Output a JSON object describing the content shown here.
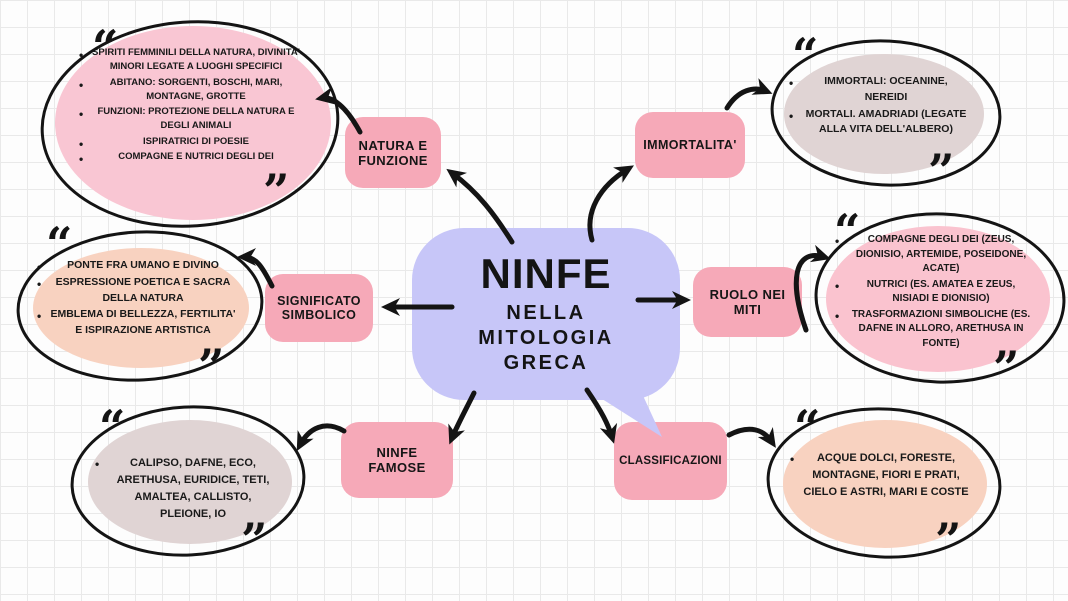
{
  "title": {
    "main": "NINFE",
    "sub_lines": [
      "NELLA",
      "MITOLOGIA",
      "GRECA"
    ]
  },
  "quotes": {
    "open": "“",
    "close": "”"
  },
  "branches": {
    "natura_funzione": {
      "label": "NATURA E FUNZIONE",
      "points": [
        "SPIRITI FEMMINILI DELLA NATURA, DIVINITA' MINORI LEGATE A LUOGHI SPECIFICI",
        "ABITANO: SORGENTI, BOSCHI, MARI, MONTAGNE, GROTTE",
        "FUNZIONI: PROTEZIONE DELLA NATURA E DEGLI ANIMALI",
        "ISPIRATRICI DI POESIE",
        "COMPAGNE E NUTRICI DEGLI DEI"
      ]
    },
    "immortalita": {
      "label": "IMMORTALITA'",
      "points": [
        "IMMORTALI: OCEANINE, NEREIDI",
        "MORTALI. AMADRIADI (LEGATE ALLA VITA DELL'ALBERO)"
      ]
    },
    "significato_simbolico": {
      "label": "SIGNIFICATO SIMBOLICO",
      "points": [
        "PONTE FRA UMANO E DIVINO",
        "ESPRESSIONE POETICA E SACRA DELLA NATURA",
        "EMBLEMA DI BELLEZZA, FERTILITA' E ISPIRAZIONE ARTISTICA"
      ]
    },
    "ruolo_nei_miti": {
      "label": "RUOLO NEI MITI",
      "points": [
        "COMPAGNE DEGLI DEI (ZEUS, DIONISIO, ARTEMIDE, POSEIDONE, ACATE)",
        "NUTRICI (ES. AMATEA E ZEUS, NISIADI E DIONISIO)",
        "TRASFORMAZIONI SIMBOLICHE (ES. DAFNE IN ALLORO, ARETHUSA IN FONTE)"
      ]
    },
    "ninfe_famose": {
      "label": "NINFE FAMOSE",
      "points": [
        "CALIPSO, DAFNE, ECO, ARETHUSA, EURIDICE, TETI, AMALTEA, CALLISTO, PLEIONE, IO"
      ]
    },
    "classificazioni": {
      "label": "CLASSIFICAZIONI",
      "points": [
        "ACQUE DOLCI, FORESTE, MONTAGNE, FIORI E PRATI, CIELO E ASTRI, MARI E COSTE"
      ]
    }
  },
  "colors": {
    "center_bubble": "#c7c6f8",
    "label_pink": "#f6a9b8",
    "ellipse_pink": "#f9c6d3",
    "ellipse_pink_deep": "#fac3cf",
    "ellipse_peach": "#f8d2c0",
    "ellipse_mauve": "#e0d4d4",
    "stroke": "#141414"
  }
}
